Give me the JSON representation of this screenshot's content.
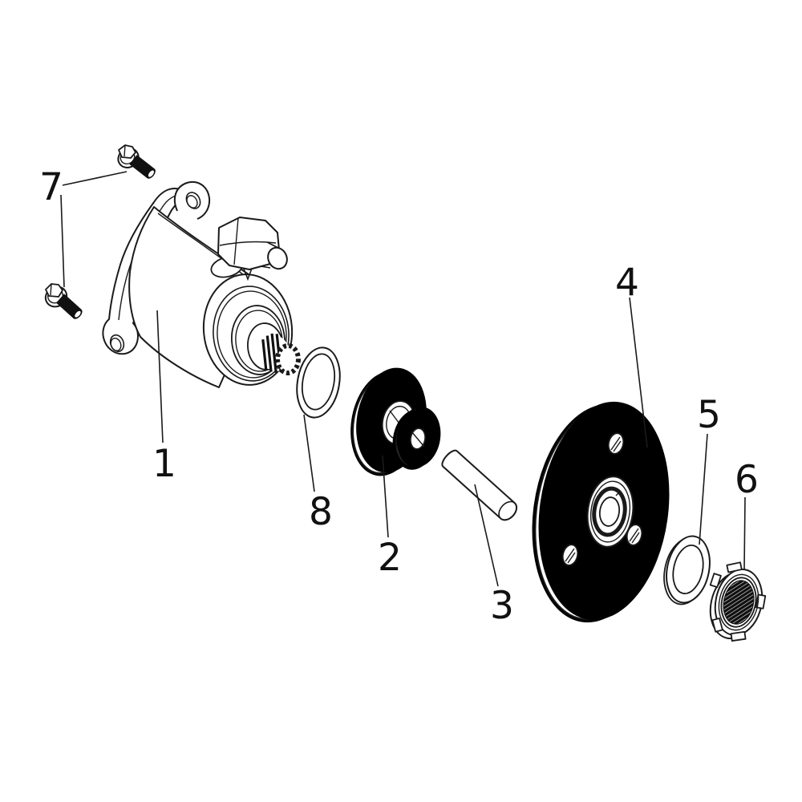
{
  "diagram": {
    "background_color": "#ffffff",
    "line_color": "#1a1a1a",
    "fill_color": "#ffffff",
    "callouts": [
      {
        "label": "1",
        "part": "starter-motor"
      },
      {
        "label": "2",
        "part": "idler-double-gear"
      },
      {
        "label": "3",
        "part": "idler-shaft-pin"
      },
      {
        "label": "4",
        "part": "starter-driven-gear"
      },
      {
        "label": "5",
        "part": "washer"
      },
      {
        "label": "6",
        "part": "lock-nut"
      },
      {
        "label": "7",
        "part": "flange-bolts"
      },
      {
        "label": "8",
        "part": "o-ring"
      }
    ]
  }
}
